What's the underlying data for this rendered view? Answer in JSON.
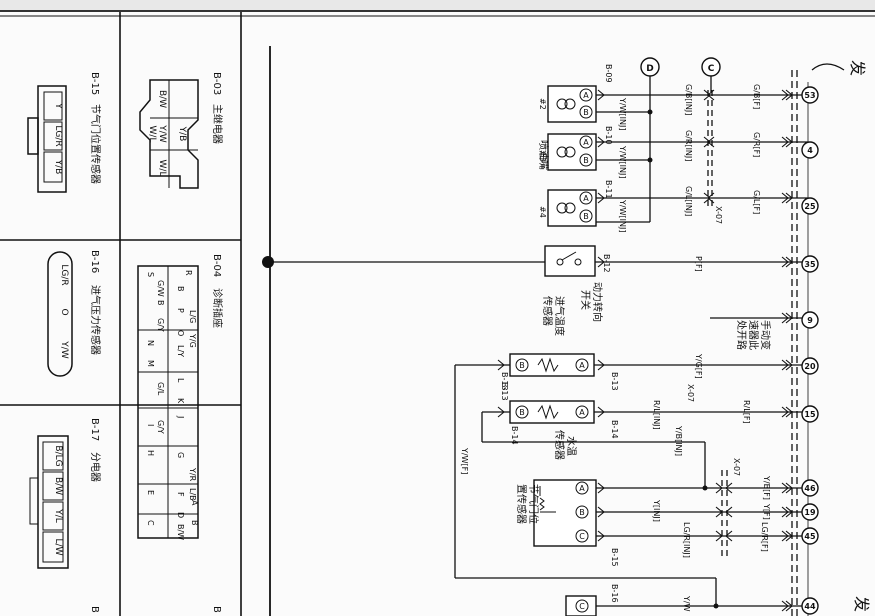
{
  "connectors": {
    "b15": {
      "code": "B-15",
      "name": "节气门位置传感器",
      "pins": [
        "Y",
        "LG/R",
        "Y/B"
      ]
    },
    "b16": {
      "code": "B-16",
      "name": "进气压力传感器",
      "pins": [
        "LG/R",
        "O",
        "Y/W"
      ]
    },
    "b17": {
      "code": "B-17",
      "name": "分电器",
      "pins": [
        "B/LG",
        "B/W",
        "Y/L",
        "L/W"
      ]
    },
    "b03": {
      "code": "B-03",
      "name": "主继电器",
      "pins": [
        "B/W",
        "Y/B",
        "Y/W",
        "W/L",
        "W/L"
      ]
    },
    "b04": {
      "code": "B-04",
      "name": "诊断插座",
      "letters": [
        "S",
        "R",
        "B",
        "P",
        "O",
        "N",
        "M",
        "L",
        "K",
        "J",
        "I",
        "H",
        "G",
        "F",
        "E",
        "D",
        "C",
        "A",
        "B"
      ],
      "wires": [
        "G/W",
        "L/G",
        "Y/G",
        "B",
        "G/Y",
        "L/Y",
        "G/L",
        "G/Y",
        "Y/R",
        "L/B",
        "B/W"
      ]
    },
    "b05_code": "B",
    "b06_code": "B"
  },
  "diagram": {
    "columns": {
      "c_label": "C",
      "d_label": "D"
    },
    "injectors": [
      {
        "code": "B-09",
        "num": "#2",
        "wire_in": "Y/W[INJ]",
        "wire_out": "G/B[INJ]",
        "harness": "G/B[F]",
        "terminal": "53"
      },
      {
        "code": "B-10",
        "num": "#3",
        "wire_in": "Y/W[INJ]",
        "wire_out": "G/R[INJ]",
        "harness": "G/R[F]",
        "terminal": "4"
      },
      {
        "code": "B-11",
        "num": "#4",
        "wire_in": "Y/W[INJ]",
        "wire_out": "G/L[INJ]",
        "harness": "G/L[F]",
        "terminal": "25"
      }
    ],
    "injector_label": "喷油嘴",
    "x07": "X-07",
    "pin_a": "A",
    "pin_b": "B",
    "pin_c": "C",
    "b12": {
      "code": "B-12",
      "name_line1": "动力转向",
      "name_line2": "开关",
      "wire": "P[F]",
      "terminal": "35"
    },
    "manual_label_1": "手动变",
    "manual_label_2": "速器此",
    "manual_label_3": "处开路",
    "manual_terminal": "9",
    "b13": {
      "code": "B-13",
      "name_line1": "进气温度",
      "name_line2": "传感器",
      "wire": "Y/G[F]",
      "terminal": "20"
    },
    "b14": {
      "code": "B-14",
      "name_line1": "水温",
      "name_line2": "传感器",
      "wire_inj": "R/L[INJ]",
      "wire_f": "R/L[F]",
      "terminal": "15"
    },
    "yb_inj": "Y/B[INJ]",
    "ywf": "Y/W[F]",
    "b15_diag": {
      "code": "B-15",
      "name_line1": "节气门位",
      "name_line2": "置传感器",
      "wire_yb": "Y/B[F]",
      "wire_y_inj": "Y[INJ]",
      "wire_yf": "Y[F]",
      "wire_lgr_inj": "LG/R[INJ]",
      "wire_lgr_f": "LG/R[F]",
      "terminal_yb": "46",
      "terminal_y": "19",
      "terminal_lgr": "45"
    },
    "b16_diag": {
      "code": "B-16",
      "wire": "Y/W",
      "terminal": "44"
    },
    "edge_char": "发",
    "edge_char2": "发"
  },
  "colors": {
    "ink": "#111111",
    "paper": "#fbfbfb",
    "frame": "#333333"
  }
}
